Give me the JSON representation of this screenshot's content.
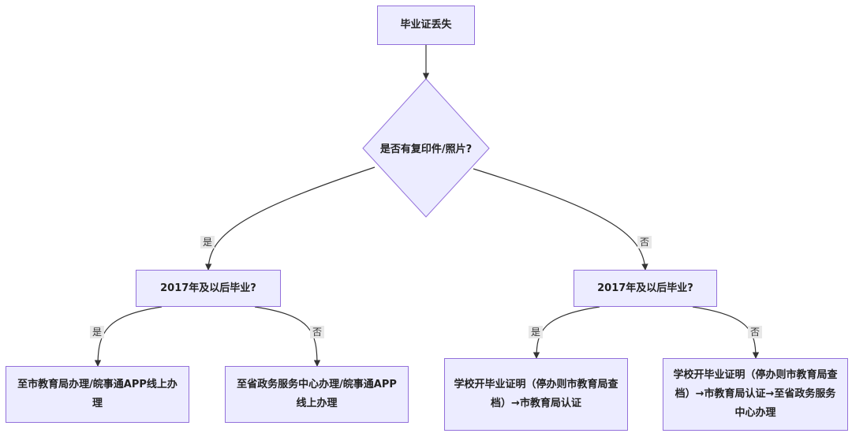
{
  "nodes": {
    "start": "毕业证丢失",
    "decision_copy": "是否有复印件/照片?",
    "decision_year_left": "2017年及以后毕业?",
    "decision_year_right": "2017年及以后毕业?",
    "leaf_1": "至市教育局办理/皖事通APP线上办理",
    "leaf_2": "至省政务服务中心办理/皖事通APP线上办理",
    "leaf_3": "学校开毕业证明（停办则市教育局查档）→市教育局认证",
    "leaf_4": "学校开毕业证明（停办则市教育局查档）→市教育局认证→至省政务服务中心办理"
  },
  "edge_labels": {
    "copy_yes": "是",
    "copy_no": "否",
    "left_yes": "是",
    "left_no": "否",
    "right_yes": "是",
    "right_no": "否"
  },
  "colors": {
    "node_fill": "#ececff",
    "node_border": "#9370db",
    "edge": "#333333"
  }
}
